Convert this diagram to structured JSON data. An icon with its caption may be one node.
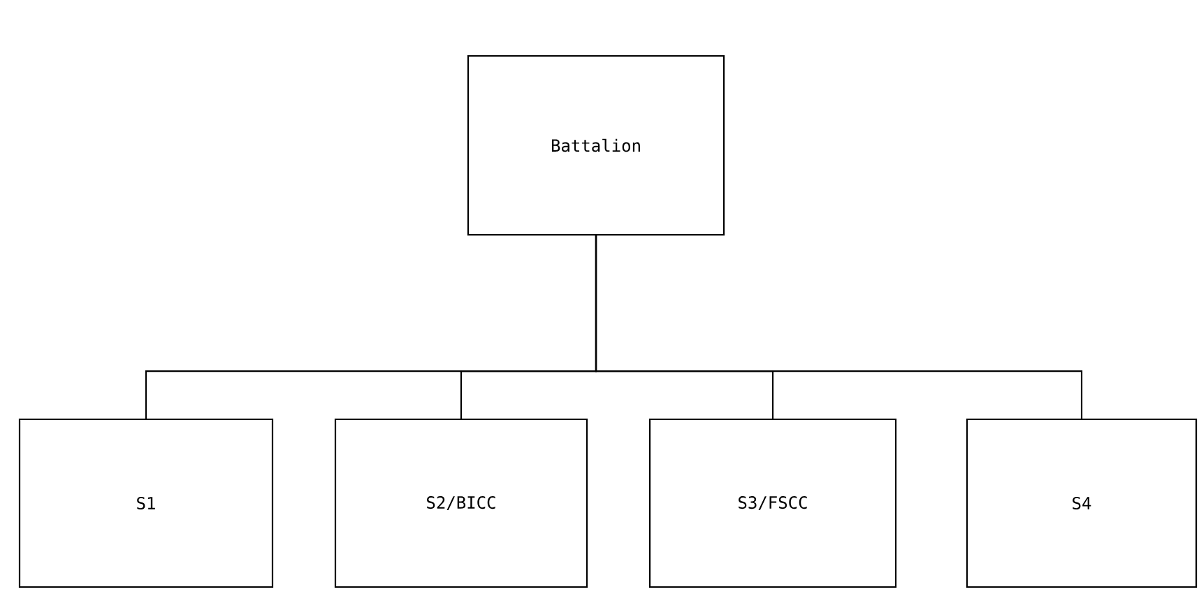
{
  "diagram": {
    "nodes": [
      {
        "text": [
          "Battalion"
        ]
      },
      {
        "text": [
          "S1"
        ]
      },
      {
        "text": [
          "S2/BICC"
        ]
      },
      {
        "text": [
          "S3/FSCC"
        ]
      },
      {
        "text": [
          "S4"
        ]
      }
    ],
    "edges": [
      {
        "from": 0,
        "to": 1,
        "arrow": "none"
      },
      {
        "from": 0,
        "to": 2,
        "arrow": "none"
      },
      {
        "from": 0,
        "to": 3,
        "arrow": "none"
      },
      {
        "from": 0,
        "to": 4,
        "arrow": "none"
      }
    ]
  }
}
